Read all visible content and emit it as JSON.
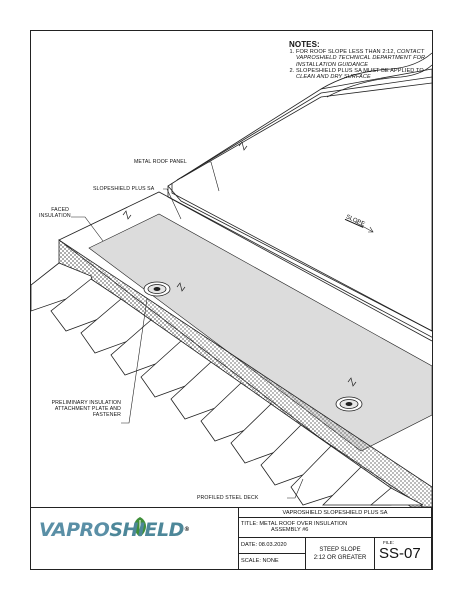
{
  "notes": {
    "heading": "NOTES:",
    "items": [
      {
        "num": "1.",
        "text": "FOR ROOF SLOPE LESS THAN 2:12,",
        "italic": "CONTACT VAPROSHIELD TECHNICAL DEPARTMENT FOR INSTALLATION GUIDANCE"
      },
      {
        "num": "2.",
        "text": "SLOPESHIELD PLUS SA MUST BE APPLIED TO",
        "italic": "CLEAN AND DRY SURFACE"
      }
    ]
  },
  "labels": {
    "metal_roof_panel": "METAL ROOF PANEL",
    "slopeshield": "SLOPESHIELD PLUS SA",
    "faced_insulation_1": "FACED",
    "faced_insulation_2": "INSULATION",
    "slope": "SLOPE",
    "attachment_1": "PRELIMINARY INSULATION",
    "attachment_2": "ATTACHMENT PLATE AND",
    "attachment_3": "FASTENER",
    "deck": "PROFILED STEEL DECK"
  },
  "title_block": {
    "product": "VAPROSHIELD SLOPESHIELD PLUS SA",
    "title_line1": "TITLE: METAL ROOF OVER INSULATION",
    "title_line2": "ASSEMBLY #6",
    "date": "DATE:   08.03.2020",
    "scale": "SCALE: NONE",
    "slope_line1": "STEEP SLOPE",
    "slope_line2": "2:12 OR GREATER",
    "file_label": "FILE:",
    "file_number": "SS-07"
  },
  "logo": {
    "part1": "VAPRO",
    "part2": "SHIELD",
    "reg": "®",
    "brand_color": "#5a8fa6",
    "leaf_color": "#3f8f3a"
  }
}
